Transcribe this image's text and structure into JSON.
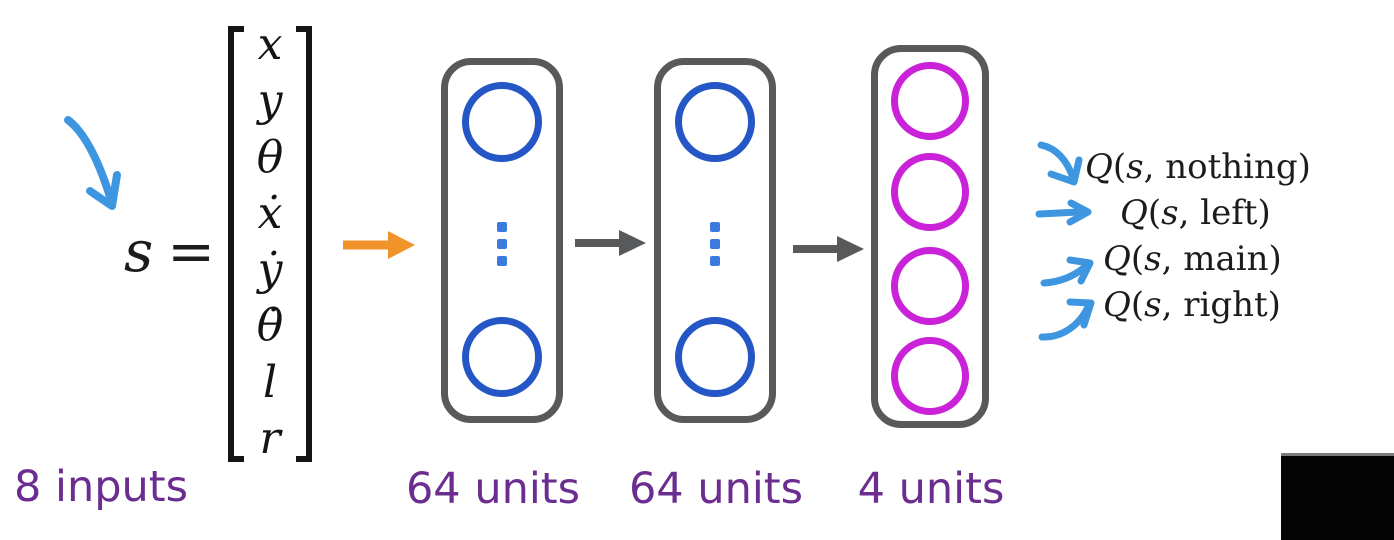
{
  "diagram": {
    "state": {
      "s": "s",
      "eq": "=",
      "vector": [
        "x",
        "y",
        "θ",
        "ẋ",
        "ẏ",
        "θ̇",
        "l",
        "r"
      ],
      "inputs_label": "8 inputs"
    },
    "layers": [
      {
        "id": "hidden-layer-1",
        "units_label": "64 units",
        "neurons_shown": 2,
        "ellipsis": true,
        "circle_color": "#2457c5"
      },
      {
        "id": "hidden-layer-2",
        "units_label": "64 units",
        "neurons_shown": 2,
        "ellipsis": true,
        "circle_color": "#2457c5"
      },
      {
        "id": "output-layer",
        "units_label": "4 units",
        "neurons_shown": 4,
        "ellipsis": false,
        "circle_color": "#ca22d8"
      }
    ],
    "outputs": [
      {
        "q": "Q",
        "open": "(",
        "s": "s",
        "rest": ", nothing)"
      },
      {
        "q": "Q",
        "open": "(",
        "s": "s",
        "rest": ", left)"
      },
      {
        "q": "Q",
        "open": "(",
        "s": "s",
        "rest": ", main)"
      },
      {
        "q": "Q",
        "open": "(",
        "s": "s",
        "rest": ", right)"
      }
    ],
    "colors": {
      "purple_label": "#6b2d90",
      "blue_neuron": "#2457c5",
      "blue_ellipsis_dots": "#3d7ade",
      "magenta_neuron": "#ca22d8",
      "orange_arrow": "#f09329",
      "gray_arrow": "#58595b",
      "hand_drawn_blue": "#3f96e0",
      "math_text": "#1c1c1c"
    }
  }
}
